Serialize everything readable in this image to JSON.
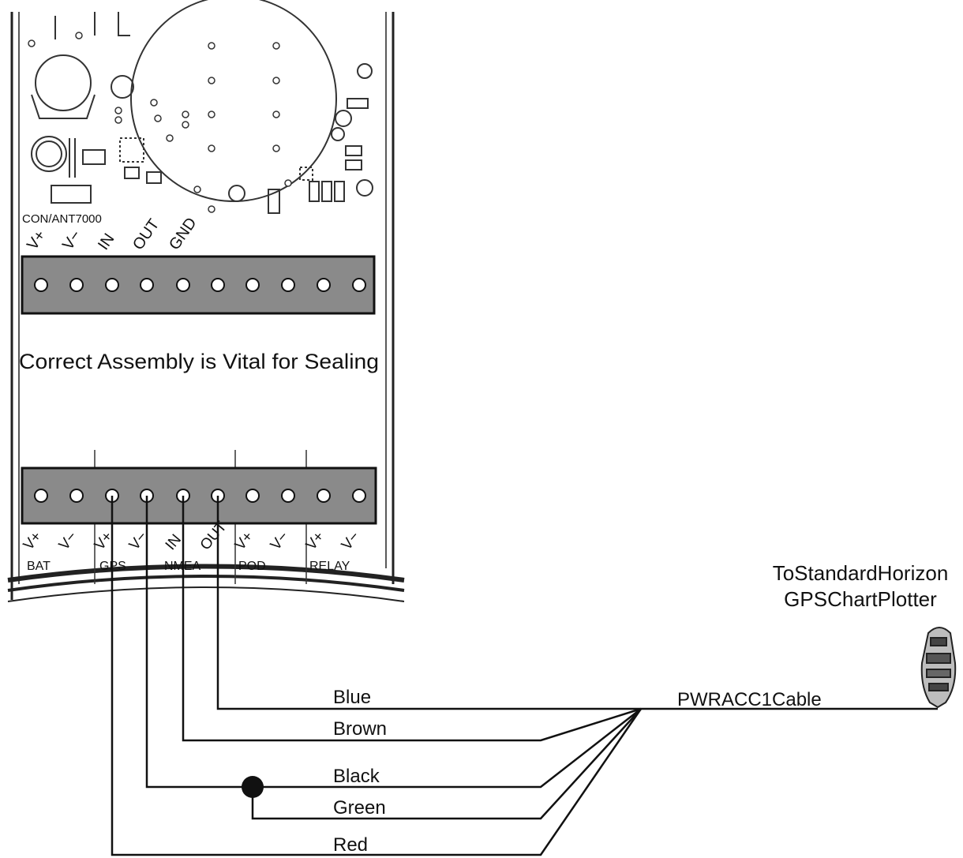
{
  "board": {
    "model": "CON/ANT7000",
    "sealing_notice": "Correct Assembly is Vital for Sealing",
    "top_terminals": [
      "V+",
      "V−",
      "IN",
      "OUT",
      "GND"
    ],
    "bottom_terminals": [
      "V+",
      "V−",
      "V+",
      "V−",
      "IN",
      "OUT",
      "V+",
      "V−",
      "V+",
      "V−"
    ],
    "groups": [
      "BAT",
      "GPS",
      "NMEA",
      "POD",
      "RELAY"
    ]
  },
  "wires": [
    "Blue",
    "Brown",
    "Black",
    "Green",
    "Red"
  ],
  "cable_label": "PWRACC1Cable",
  "destination": {
    "line1": "ToStandardHorizon",
    "line2": "GPSChartPlotter"
  }
}
